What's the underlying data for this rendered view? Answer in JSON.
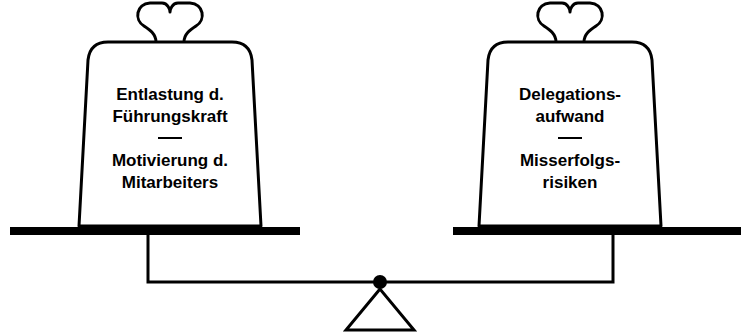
{
  "diagram": {
    "nodes": [
      {
        "text": [
          "Entlastung d. Führungskraft",
          "Motivierung d. Mitarbeiters"
        ]
      },
      {
        "text": [
          "Delegations- aufwand",
          "Misserfolgs- risiken"
        ]
      }
    ]
  }
}
